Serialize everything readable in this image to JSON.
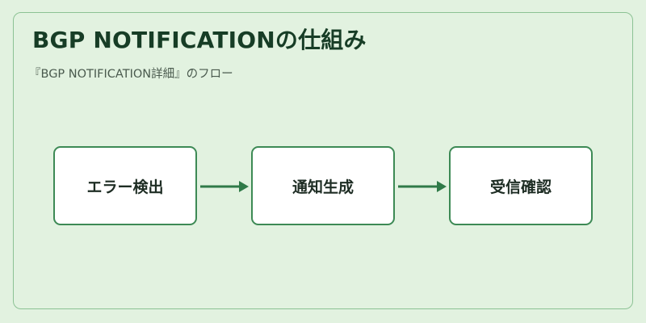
{
  "title": "BGP NOTIFICATIONの仕組み",
  "subtitle": "『BGP NOTIFICATION詳細』のフロー",
  "flow": {
    "steps": [
      {
        "label": "エラー検出"
      },
      {
        "label": "通知生成"
      },
      {
        "label": "受信確認"
      }
    ]
  },
  "colors": {
    "background": "#e2f2e0",
    "frame_border": "#8cc294",
    "box_border": "#3d8a55",
    "arrow": "#2f7a48",
    "title": "#173d26"
  }
}
